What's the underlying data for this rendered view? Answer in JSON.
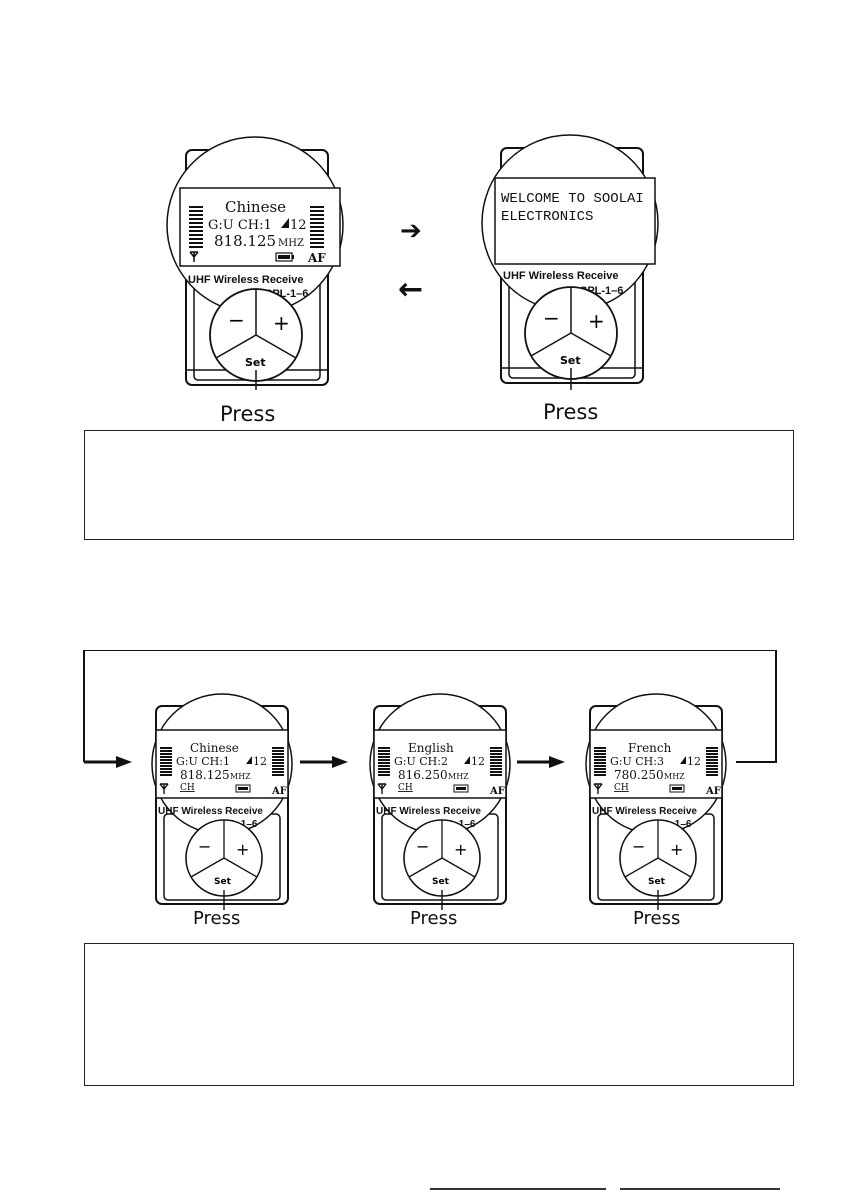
{
  "top_section": {
    "left_device": {
      "lcd": {
        "title": "Chinese",
        "line1_left": "G:U CH:1",
        "line1_right": "12",
        "freq": "818.125",
        "freq_unit": "MHZ",
        "af": "AF"
      },
      "label": "UHF Wireless Receive",
      "model": "SPL-1–6",
      "buttons": {
        "minus": "−",
        "plus": "+",
        "set": "Set"
      },
      "press_label": "Press"
    },
    "right_device": {
      "lcd": {
        "line1": "WELCOME TO SOOLAI",
        "line2": "ELECTRONICS"
      },
      "label": "UHF Wireless Receive",
      "model": "SPL-1–6",
      "buttons": {
        "minus": "−",
        "plus": "+",
        "set": "Set"
      },
      "press_label": "Press"
    },
    "arrow_right": "➔",
    "arrow_left": "←"
  },
  "bottom_section": {
    "devices": [
      {
        "title": "Chinese",
        "line1_left": "G:U CH:1",
        "line1_right": "12",
        "freq": "818.125",
        "freq_unit": "MHZ",
        "ch": "CH",
        "af": "AF",
        "label": "UHF Wireless Receive",
        "model": "SPL-1–6",
        "set": "Set",
        "press_label": "Press"
      },
      {
        "title": "English",
        "line1_left": "G:U CH:2",
        "line1_right": "12",
        "freq": "816.250",
        "freq_unit": "MHZ",
        "ch": "CH",
        "af": "AF",
        "label": "UHF Wireless Receive",
        "model": "SPL-1–6",
        "set": "Set",
        "press_label": "Press"
      },
      {
        "title": "French",
        "line1_left": "G:U CH:3",
        "line1_right": "12",
        "freq": "780.250",
        "freq_unit": "MHZ",
        "ch": "CH",
        "af": "AF",
        "label": "UHF Wireless Receive",
        "model": "SPL-1–6",
        "set": "Set",
        "press_label": "Press"
      }
    ]
  },
  "icons": {
    "antenna": "antenna-icon",
    "battery": "battery-icon",
    "signal": "signal-icon"
  }
}
